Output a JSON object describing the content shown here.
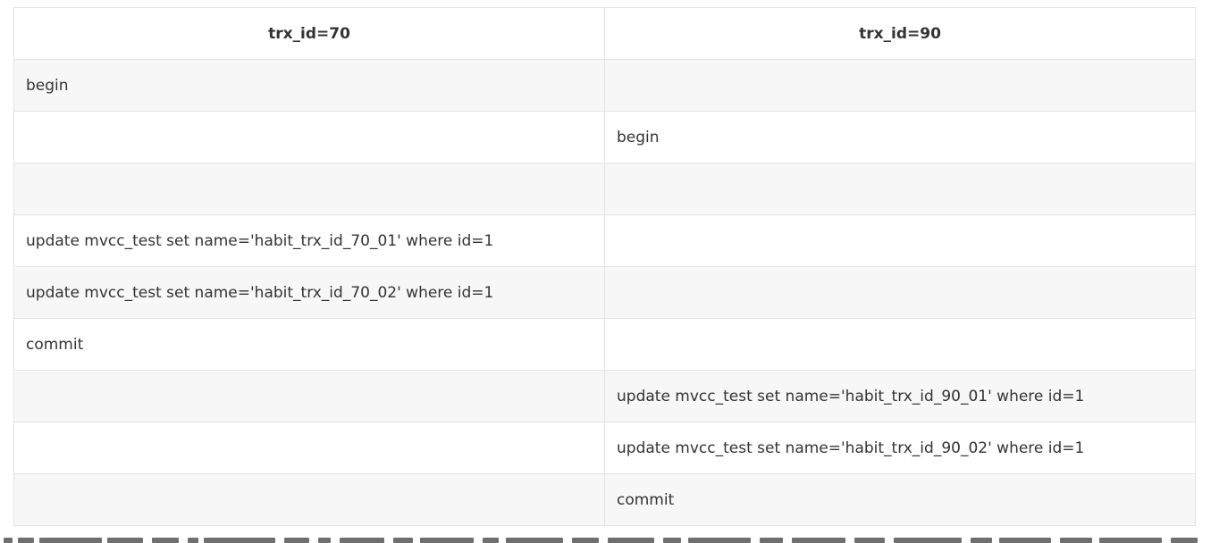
{
  "table": {
    "headers": [
      "trx_id=70",
      "trx_id=90"
    ],
    "rows": [
      [
        "begin",
        ""
      ],
      [
        "",
        "begin"
      ],
      [
        "",
        ""
      ],
      [
        "update mvcc_test set name='habit_trx_id_70_01' where id=1",
        ""
      ],
      [
        "update mvcc_test set name='habit_trx_id_70_02' where id=1",
        ""
      ],
      [
        "commit",
        ""
      ],
      [
        "",
        "update mvcc_test set name='habit_trx_id_90_01' where id=1"
      ],
      [
        "",
        "update mvcc_test set name='habit_trx_id_90_02' where id=1"
      ],
      [
        "",
        "commit"
      ]
    ]
  },
  "colors": {
    "border": "#e3e3e3",
    "stripe": "#f7f7f7",
    "text": "#333333"
  }
}
